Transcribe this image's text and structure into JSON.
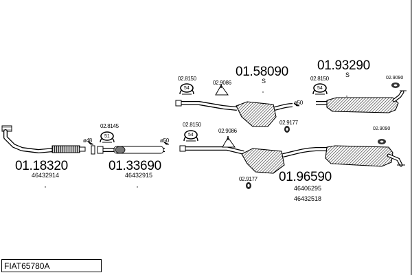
{
  "title": "FIAT65780A",
  "part_numbers": {
    "p_01_18320": "01.18320",
    "p_01_33690": "01.33690",
    "p_01_96590": "01.96590",
    "p_01_58090": "01.58090",
    "p_01_93290": "01.93290"
  },
  "oem_numbers": {
    "o_46432914": "46432914",
    "o_46432915": "46432915",
    "o_46406295": "46406295",
    "o_46432518": "46432518"
  },
  "accessory_numbers": {
    "a_02_8145": "02.8145",
    "a_02_8150_top": "02.8150",
    "a_02_9086_top": "02.9086",
    "a_02_8150_mid": "02.8150",
    "a_02_9086_mid": "02.9086",
    "a_02_8150_right": "02.8150",
    "a_02_9090_top": "02.9090",
    "a_02_9177_top": "02.9177",
    "a_02_9090_mid": "02.9090",
    "a_02_9177_bottom": "02.9177"
  },
  "diameters": {
    "d48": "ø48",
    "d50_a": "ø50",
    "d50_b": "ø50"
  },
  "clamp_sizes": {
    "c51": "51",
    "c54_top": "54",
    "c54_mid": "54",
    "c54_right": "54"
  },
  "variant_marks": {
    "s_upper_left": "S",
    "s_upper_right": "S"
  }
}
